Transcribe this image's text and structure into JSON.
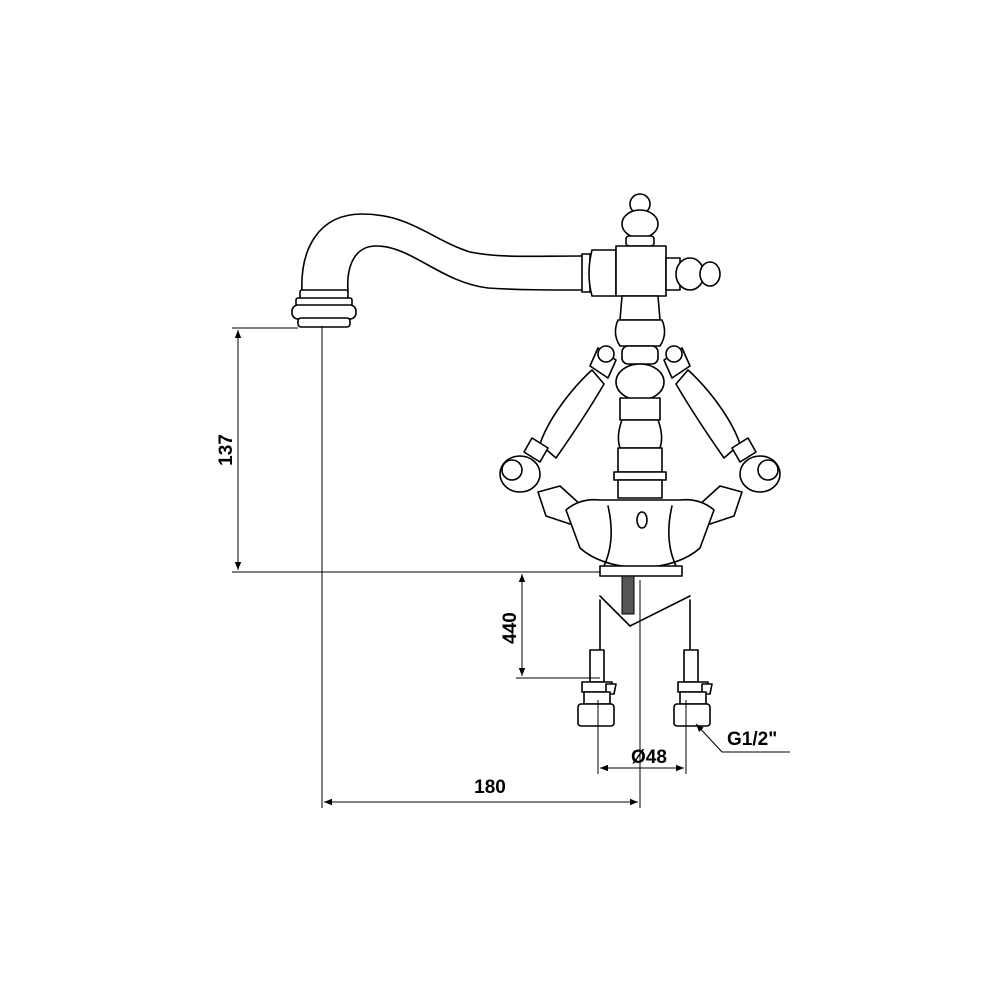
{
  "dimensions": {
    "spout_height": "137",
    "hose_length": "440",
    "base_diameter": "Ø48",
    "thread": "G1/2\"",
    "spout_reach": "180"
  },
  "colors": {
    "line": "#000000",
    "background": "#ffffff"
  }
}
